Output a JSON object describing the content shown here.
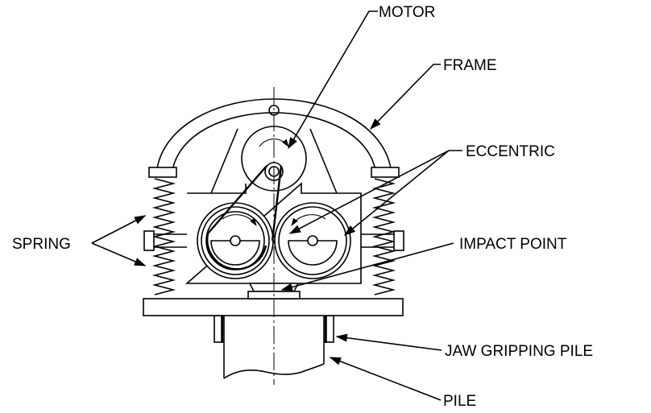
{
  "labels": {
    "motor": "MOTOR",
    "frame": "FRAME",
    "eccentric": "ECCENTRIC",
    "spring": "SPRING",
    "impact_point": "IMPACT POINT",
    "jaw": "JAW GRIPPING PILE",
    "pile": "PILE"
  }
}
